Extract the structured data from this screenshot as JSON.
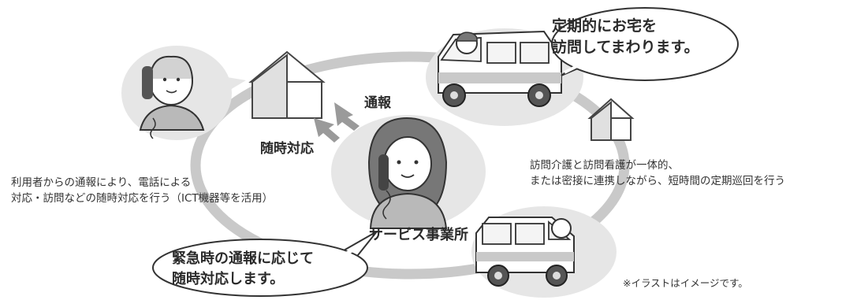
{
  "labels": {
    "tsuho": "通報",
    "zuiji": "随時対応",
    "office": "サービス事業所"
  },
  "bubbles": {
    "top": [
      "定期的にお宅を",
      "訪問してまわります。"
    ],
    "bottom": [
      "緊急時の通報に応じて",
      "随時対応します。"
    ]
  },
  "notes": {
    "left": [
      "利用者からの通報により、電話による",
      "対応・訪問などの随時対応を行う（ICT機器等を活用）"
    ],
    "right": [
      "訪問介護と訪問看護が一体的、",
      "または密接に連携しながら、短時間の定期巡回を行う"
    ]
  },
  "disclaimer": "※イラストはイメージです。",
  "icons": [
    "elderly-caller-icon",
    "house-icon",
    "van-icon",
    "operator-icon",
    "arrows-icon"
  ]
}
